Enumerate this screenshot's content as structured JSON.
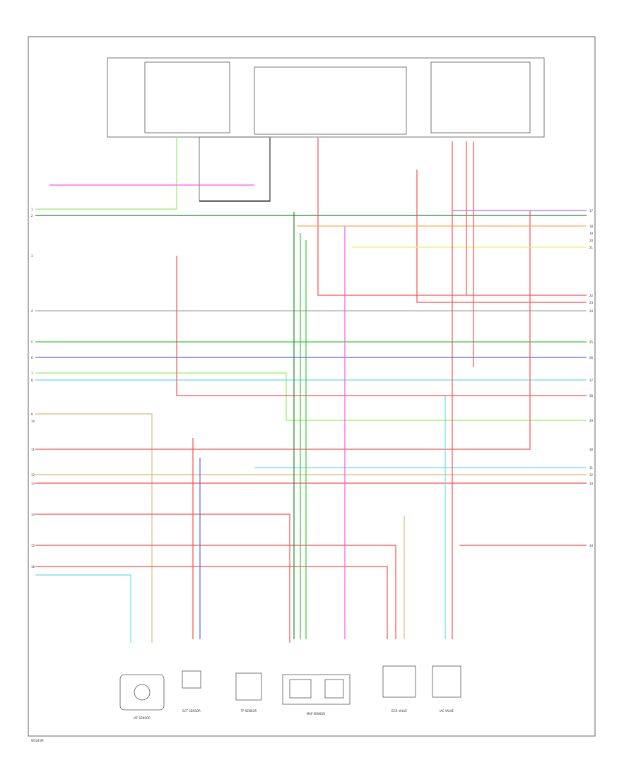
{
  "figure_id": "W3245M",
  "pins_left": [
    "1",
    "2",
    "3",
    "4",
    "5",
    "6",
    "7",
    "8",
    "9",
    "10",
    "11",
    "12",
    "13",
    "14",
    "15",
    "16"
  ],
  "pins_right": [
    "17",
    "18",
    "19",
    "20",
    "21",
    "22",
    "23",
    "24",
    "25",
    "26",
    "27",
    "28",
    "29",
    "30",
    "31",
    "32",
    "33",
    "34"
  ],
  "colors": {
    "red": "#ff4d4d",
    "green": "#33cc33",
    "lightgreen": "#99ee66",
    "blue": "#5566ee",
    "violet": "#aa66ff",
    "pink": "#ff55ee",
    "cyan": "#66ddee",
    "yellow": "#eeee66",
    "orange": "#ffaa55",
    "tan": "#ddbb77",
    "gray": "#aaaaaa",
    "black": "#333333",
    "darkgreen": "#228833"
  },
  "components": [
    {
      "id": "iat",
      "label": "IAT SENSOR"
    },
    {
      "id": "ect",
      "label": "ECT SENSOR"
    },
    {
      "id": "tps",
      "label": "TP SENSOR"
    },
    {
      "id": "map",
      "label": "MAP SENSOR"
    },
    {
      "id": "egr",
      "label": "EGR VALVE"
    },
    {
      "id": "iac",
      "label": "IAC VALVE"
    }
  ]
}
